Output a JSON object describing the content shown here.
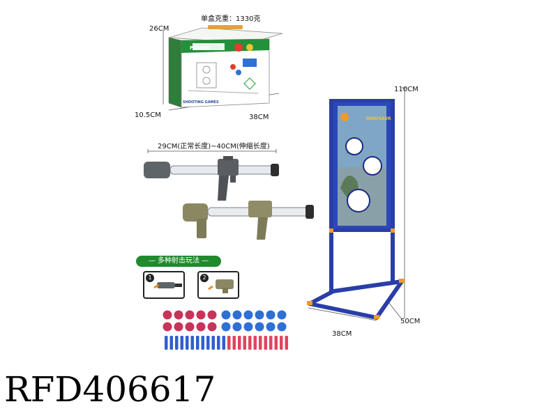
{
  "package": {
    "weight_label": "单盒克重：1330克",
    "height_label": "26CM",
    "depth_label": "10.5CM",
    "width_label": "38CM",
    "box_brand_text": "POWER",
    "box_subtitle": "SHOOTING GAMES"
  },
  "gun": {
    "length_label": "29CM(正常长度)~40CM(伸缩长度)"
  },
  "play_modes": {
    "banner_label": "— 多种射击玩法 —",
    "modes": [
      {
        "number": "1"
      },
      {
        "number": "2"
      }
    ]
  },
  "target_stand": {
    "height_label": "110CM",
    "depth_label": "50CM",
    "width_label": "38CM",
    "poster_title": "DINOSAUR"
  },
  "accessories": {
    "ball_colors": [
      "#c8335a",
      "#2f6fd6"
    ],
    "dart_colors": [
      "#2f5fd0",
      "#e0455f"
    ]
  },
  "product_code": "RFD406617"
}
